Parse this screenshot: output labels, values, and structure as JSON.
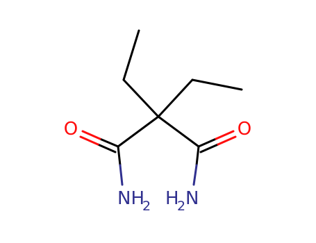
{
  "molecule": {
    "atoms": {
      "o1": {
        "label": "O",
        "color": "#ff0d0d"
      },
      "o2": {
        "label": "O",
        "color": "#ff0d0d"
      },
      "n1": {
        "label": "NH",
        "sub": "2",
        "color": "#30308f"
      },
      "n2": {
        "label": "H",
        "sub": "2",
        "label_after": "N",
        "color": "#30308f"
      }
    },
    "bond_color": "#000000"
  }
}
